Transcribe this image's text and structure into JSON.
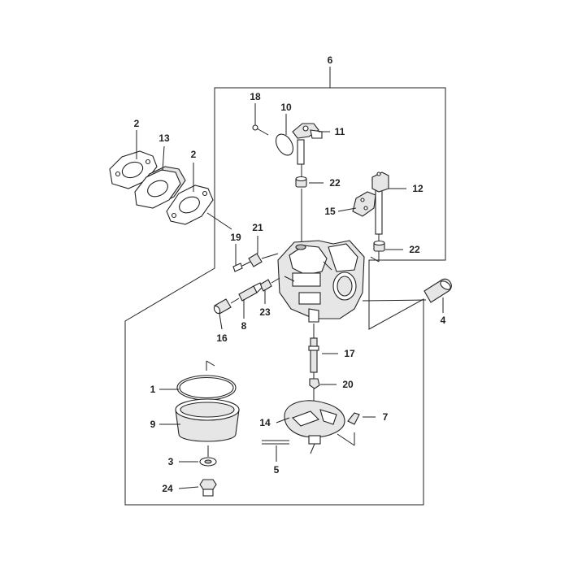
{
  "diagram": {
    "callouts": {
      "c1": "1",
      "c2a": "2",
      "c2b": "2",
      "c3": "3",
      "c4": "4",
      "c5": "5",
      "c6": "6",
      "c7": "7",
      "c8": "8",
      "c9": "9",
      "c10": "10",
      "c11": "11",
      "c12": "12",
      "c13": "13",
      "c14": "14",
      "c15": "15",
      "c16": "16",
      "c17": "17",
      "c18": "18",
      "c19": "19",
      "c20": "20",
      "c21": "21",
      "c22a": "22",
      "c22b": "22",
      "c23": "23",
      "c24": "24"
    }
  }
}
